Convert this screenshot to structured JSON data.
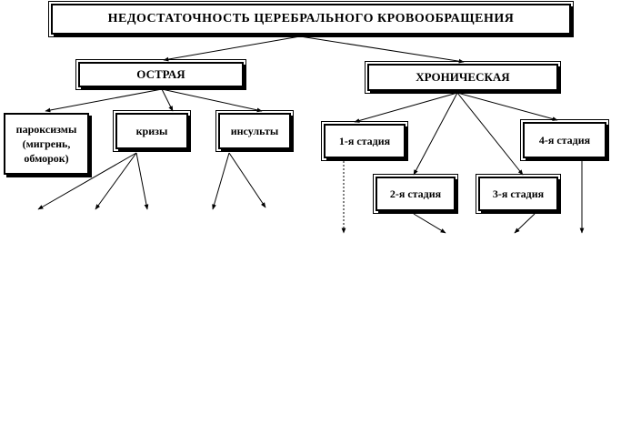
{
  "diagram": {
    "root": {
      "label": "НЕДОСТАТОЧНОСТЬ  ЦЕРЕБРАЛЬНОГО  КРОВООБРАЩЕНИЯ"
    },
    "acute": {
      "label": "ОСТРАЯ",
      "children": [
        {
          "label": "пароксизмы (мигрень, обморок)"
        },
        {
          "label": "кризы"
        },
        {
          "label": "инсульты"
        }
      ]
    },
    "chronic": {
      "label": "ХРОНИЧЕСКАЯ",
      "stages": [
        {
          "label": "1-я стадия"
        },
        {
          "label": "2-я стадия"
        },
        {
          "label": "3-я стадия"
        },
        {
          "label": "4-я стадия"
        }
      ]
    }
  }
}
